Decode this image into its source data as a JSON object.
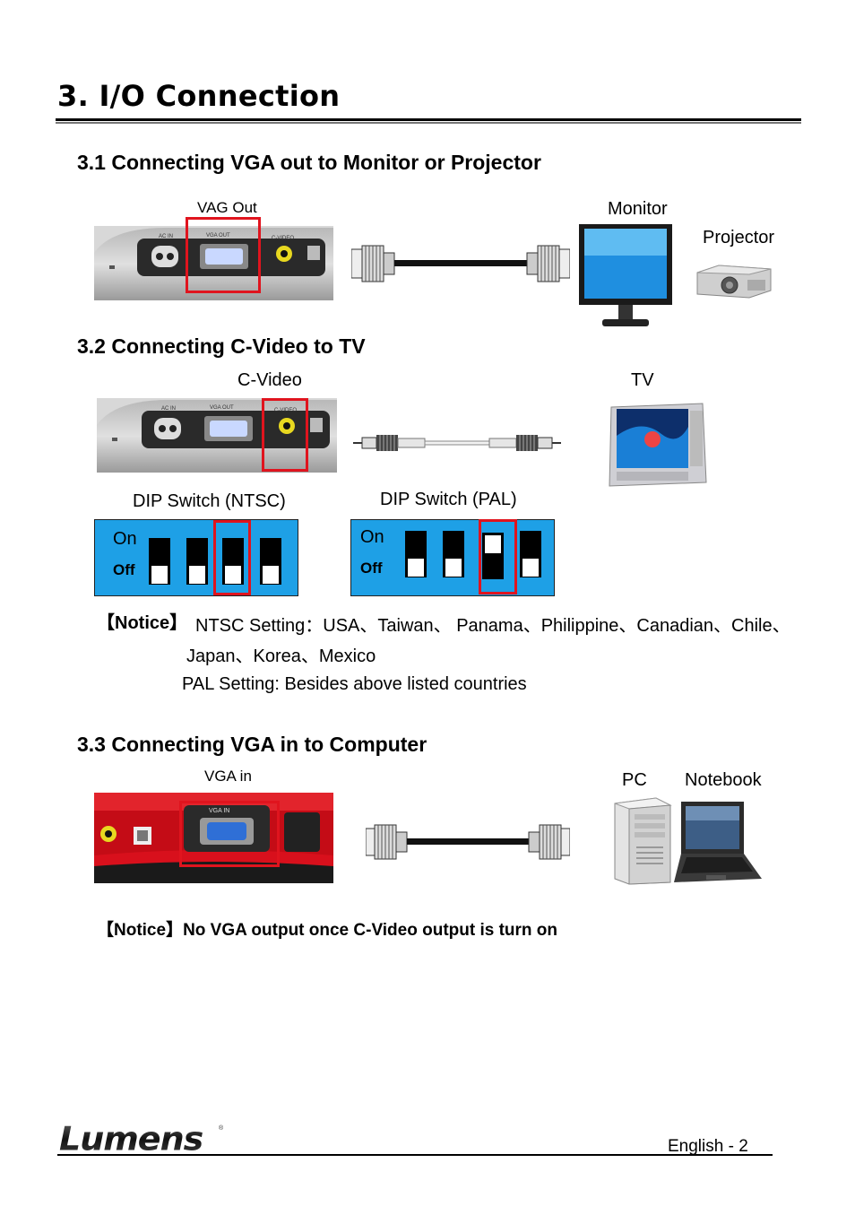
{
  "heading": "3. I/O Connection",
  "sections": {
    "s1": {
      "title": "3.1 Connecting VGA out to Monitor or Projector",
      "vga_label": "VAG Out",
      "monitor_label": "Monitor",
      "projector_label": "Projector"
    },
    "s2": {
      "title": "3.2 Connecting C-Video to TV",
      "cvideo_label": "C-Video",
      "tv_label": "TV",
      "dip_ntsc_label": "DIP Switch (NTSC)",
      "dip_pal_label": "DIP Switch (PAL)",
      "on": "On",
      "off": "Off",
      "notice_bracket": "【Notice】",
      "notice_line1": "NTSC Setting：USA、Taiwan、  Panama、Philippine、Canadian、Chile、",
      "notice_line2": "Japan、Korea、Mexico",
      "notice_line3": "PAL Setting: Besides above listed countries"
    },
    "s3": {
      "title": "3.3 Connecting VGA in to Computer",
      "vgain_label": "VGA in",
      "pc_label": "PC",
      "notebook_label": "Notebook",
      "notice": "【Notice】No VGA output once C-Video output is turn on"
    }
  },
  "device_labels": {
    "ac_in": "AC  IN",
    "vga_out": "VGA  OUT",
    "c_video": "C-VIDEO",
    "vga_in": "VGA   IN"
  },
  "footer": {
    "brand": "Lumens",
    "page": "English - 2"
  },
  "colors": {
    "highlight": "#e0141e",
    "dip_blue": "#1ea0e6",
    "device_red": "#d8101c"
  }
}
